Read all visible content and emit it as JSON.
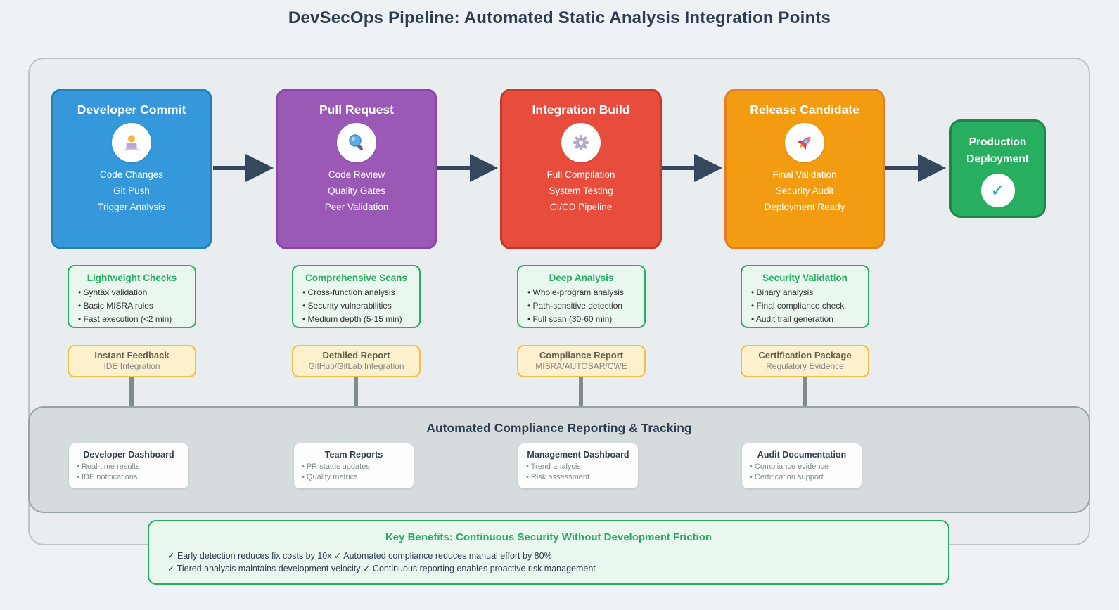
{
  "title": "DevSecOps Pipeline: Automated Static Analysis Integration Points",
  "colors": {
    "stage_blue": "#3498db",
    "stage_blue_border": "#2980b9",
    "stage_purple": "#9b59b6",
    "stage_purple_border": "#8e44ad",
    "stage_red": "#e74c3c",
    "stage_red_border": "#c0392b",
    "stage_orange": "#f39c12",
    "stage_orange_border": "#e67e22",
    "stage_green": "#27ae60",
    "stage_green_border": "#1e8449",
    "accent_green": "#27ae60",
    "accent_yellow": "#f2c144",
    "arrow_dark": "#34495e",
    "arrow_gray": "#7f8c8d"
  },
  "stages": [
    {
      "name": "Developer Commit",
      "icon": "technologist-icon",
      "color": "#3498db",
      "border": "#2980b9",
      "items": [
        "Code Changes",
        "Git Push",
        "Trigger Analysis"
      ]
    },
    {
      "name": "Pull Request",
      "icon": "magnifier-icon",
      "color": "#9b59b6",
      "border": "#8e44ad",
      "items": [
        "Code Review",
        "Quality Gates",
        "Peer Validation"
      ]
    },
    {
      "name": "Integration Build",
      "icon": "gear-icon",
      "color": "#e74c3c",
      "border": "#c0392b",
      "items": [
        "Full Compilation",
        "System Testing",
        "CI/CD Pipeline"
      ]
    },
    {
      "name": "Release Candidate",
      "icon": "rocket-icon",
      "color": "#f39c12",
      "border": "#e67e22",
      "items": [
        "Final Validation",
        "Security Audit",
        "Deployment Ready"
      ]
    }
  ],
  "production": {
    "line1": "Production",
    "line2": "Deployment",
    "icon": "check-icon",
    "check": "✓",
    "color": "#27ae60",
    "border": "#1e8449"
  },
  "analysis_boxes": [
    {
      "title": "Lightweight Checks",
      "items": [
        "Syntax validation",
        "Basic MISRA rules",
        "Fast execution (<2 min)"
      ]
    },
    {
      "title": "Comprehensive Scans",
      "items": [
        "Cross-function analysis",
        "Security vulnerabilities",
        "Medium depth (5-15 min)"
      ]
    },
    {
      "title": "Deep Analysis",
      "items": [
        "Whole-program analysis",
        "Path-sensitive detection",
        "Full scan (30-60 min)"
      ]
    },
    {
      "title": "Security Validation",
      "items": [
        "Binary analysis",
        "Final compliance check",
        "Audit trail generation"
      ]
    }
  ],
  "feedback_boxes": [
    {
      "title": "Instant Feedback",
      "subtitle": "IDE Integration"
    },
    {
      "title": "Detailed Report",
      "subtitle": "GitHub/GitLab Integration"
    },
    {
      "title": "Compliance Report",
      "subtitle": "MISRA/AUTOSAR/CWE"
    },
    {
      "title": "Certification Package",
      "subtitle": "Regulatory Evidence"
    }
  ],
  "reporting": {
    "title": "Automated Compliance Reporting & Tracking",
    "cards": [
      {
        "title": "Developer Dashboard",
        "items": [
          "Real-time results",
          "IDE notifications"
        ]
      },
      {
        "title": "Team Reports",
        "items": [
          "PR status updates",
          "Quality metrics"
        ]
      },
      {
        "title": "Management Dashboard",
        "items": [
          "Trend analysis",
          "Risk assessment"
        ]
      },
      {
        "title": "Audit Documentation",
        "items": [
          "Compliance evidence",
          "Certification support"
        ]
      }
    ]
  },
  "benefits": {
    "title": "Key Benefits: Continuous Security Without Development Friction",
    "lines": [
      "✓ Early detection reduces fix costs by 10x ✓ Automated compliance reduces manual effort by 80%",
      "✓ Tiered analysis maintains development velocity ✓ Continuous reporting enables proactive risk management"
    ]
  }
}
